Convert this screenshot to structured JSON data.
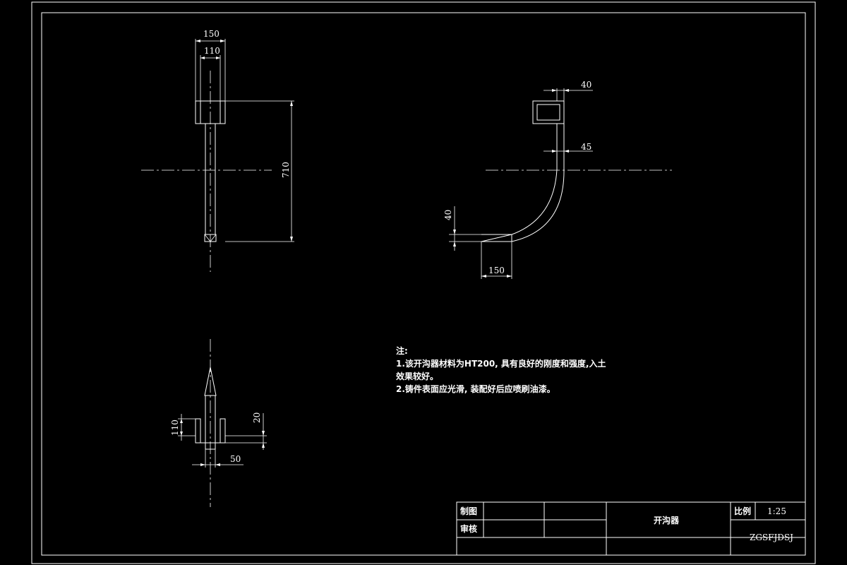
{
  "dims": {
    "side_top_width": "150",
    "side_inner_width": "110",
    "side_height": "710",
    "curve_top": "40",
    "curve_mid": "45",
    "curve_toe_height": "40",
    "curve_toe_length": "150",
    "plan_height": "110",
    "plan_offset": "20",
    "plan_width": "50"
  },
  "notes": {
    "title": "注:",
    "line1": "1.该开沟器材料为HT200, 具有良好的刚度和强度,入土",
    "line2": "效果较好。",
    "line3": "2.铸件表面应光滑, 装配好后应喷刷油漆。"
  },
  "title_block": {
    "drawn_label": "制图",
    "checked_label": "审核",
    "part_name": "开沟器",
    "scale_label": "比例",
    "scale_value": "1:25",
    "drawing_code": "ZGSFJDSJ"
  }
}
